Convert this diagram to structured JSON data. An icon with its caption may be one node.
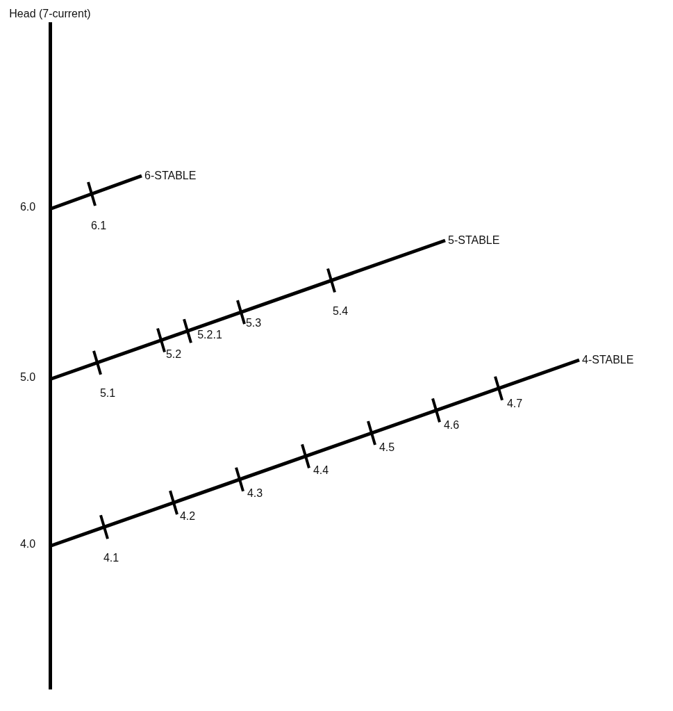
{
  "diagram": {
    "nodes": [
      {
        "text": [
          "Head (7-current)"
        ]
      },
      {
        "text": [
          "6-STABLE"
        ]
      },
      {
        "text": [
          "5-STABLE"
        ]
      },
      {
        "text": [
          "4-STABLE"
        ]
      }
    ],
    "edges": [
      {
        "from": 0,
        "to": 1,
        "arrow": "none"
      },
      {
        "from": 0,
        "to": 2,
        "arrow": "none"
      },
      {
        "from": 0,
        "to": 3,
        "arrow": "none"
      }
    ],
    "labels": [
      "6.0",
      "6.1",
      "5.0",
      "5.1",
      "5.2",
      "5.2.1",
      "5.3",
      "5.4",
      "4.0",
      "4.1",
      "4.2",
      "4.3",
      "4.4",
      "4.5",
      "4.6",
      "4.7"
    ]
  }
}
